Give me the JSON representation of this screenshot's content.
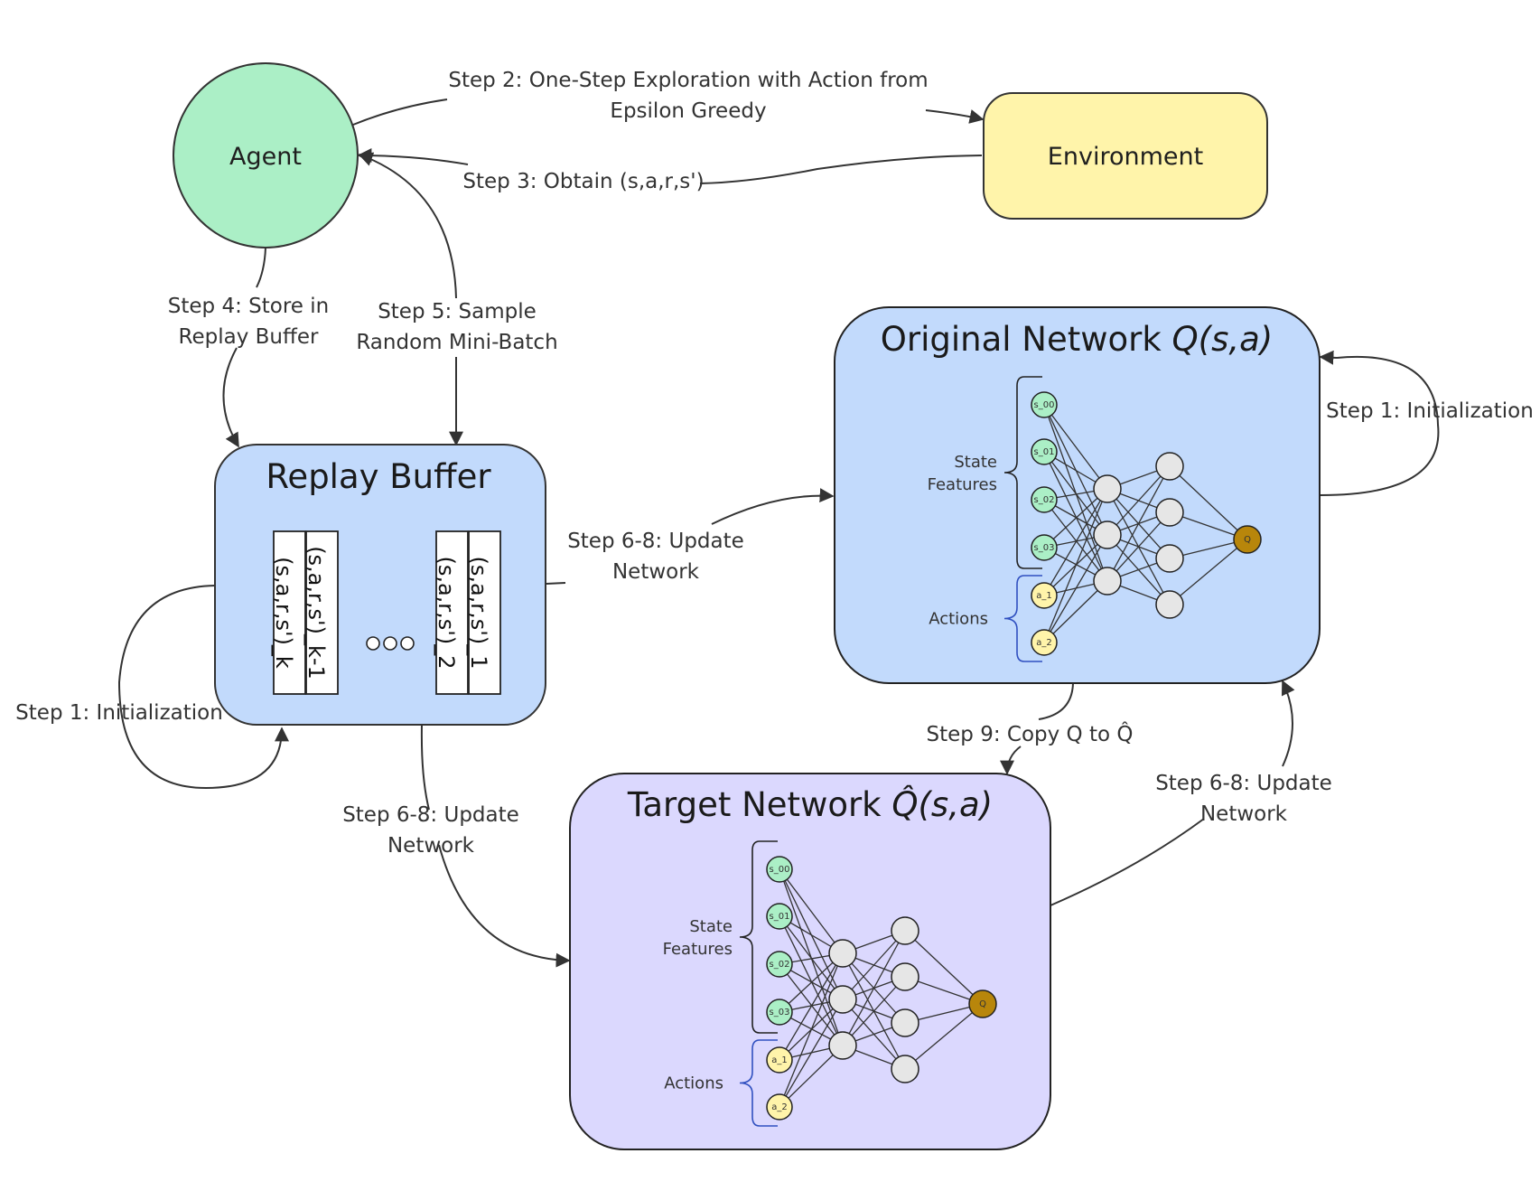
{
  "colors": {
    "agent": "#abefc6",
    "environment": "#fff4aa",
    "original_network": "#c2dafc",
    "replay_buffer": "#c2dafc",
    "target_network": "#dbd8fe",
    "state_node": "#abefc6",
    "action_node": "#fff4aa",
    "hidden_node": "#e6e6e6",
    "q_node": "#b8860b",
    "action_brace": "#3050c0"
  },
  "nodes": {
    "agent": "Agent",
    "environment": "Environment",
    "replay_buffer": "Replay Buffer",
    "original_network": {
      "prefix": "Original Network ",
      "func": "Q(s,a)"
    },
    "target_network": {
      "prefix": "Target Network ",
      "func": "Q̂(s,a)"
    }
  },
  "buffer_slots": [
    "(s,a,r,s')_k",
    "(s,a,r,s')_k-1",
    "(s,a,r,s')_2",
    "(s,a,r,s')_1"
  ],
  "networks": {
    "state_label": [
      "State",
      "Features"
    ],
    "actions_label": "Actions",
    "state_inputs": [
      "s_00",
      "s_01",
      "s_02",
      "s_03"
    ],
    "action_inputs": [
      "a_1",
      "a_2"
    ],
    "output": "Q"
  },
  "edges": {
    "step2": [
      "Step 2: One-Step Exploration with Action from",
      "Epsilon Greedy"
    ],
    "step3": "Step 3: Obtain (s,a,r,s')",
    "step4": [
      "Step 4: Store in",
      "Replay Buffer"
    ],
    "step5": [
      "Step 5: Sample",
      "Random Mini-Batch"
    ],
    "step68_orig": [
      "Step 6-8: Update",
      "Network"
    ],
    "step1_right": "Step 1: Initialization",
    "step1_left": "Step 1: Initialization",
    "step68_target": [
      "Step 6-8: Update",
      "Network"
    ],
    "step9": "Step 9: Copy Q to Q̂",
    "step68_back": [
      "Step 6-8: Update",
      "Network"
    ]
  }
}
